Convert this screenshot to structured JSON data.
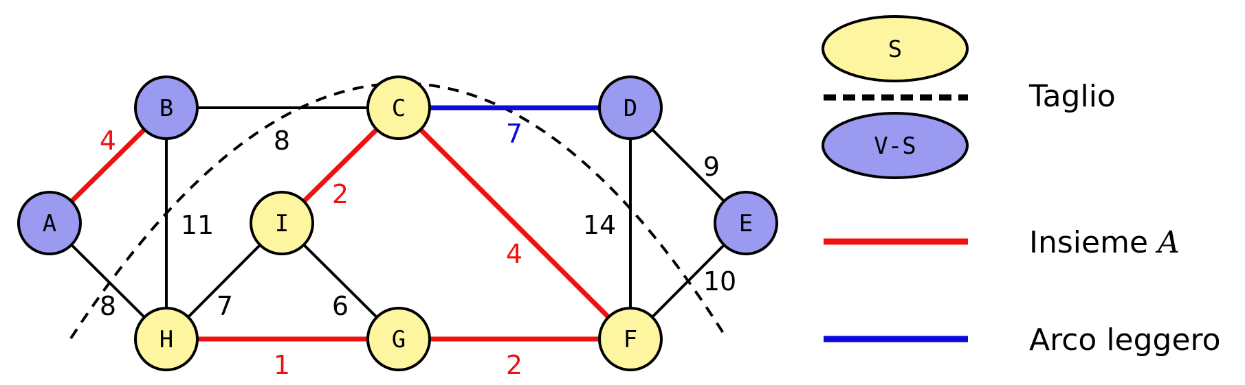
{
  "colors": {
    "S": "#fdf5a0",
    "VS": "#9a9af0",
    "red": "#ee1111",
    "blue": "#0a0ae0",
    "black": "#000000"
  },
  "nodes": [
    {
      "id": "A",
      "label": "A",
      "set": "VS"
    },
    {
      "id": "B",
      "label": "B",
      "set": "VS"
    },
    {
      "id": "C",
      "label": "C",
      "set": "S"
    },
    {
      "id": "D",
      "label": "D",
      "set": "VS"
    },
    {
      "id": "E",
      "label": "E",
      "set": "VS"
    },
    {
      "id": "F",
      "label": "F",
      "set": "S"
    },
    {
      "id": "G",
      "label": "G",
      "set": "S"
    },
    {
      "id": "H",
      "label": "H",
      "set": "S"
    },
    {
      "id": "I",
      "label": "I",
      "set": "S"
    }
  ],
  "edges": [
    {
      "from": "A",
      "to": "B",
      "weight": "4",
      "kind": "A"
    },
    {
      "from": "A",
      "to": "H",
      "weight": "8",
      "kind": "normal"
    },
    {
      "from": "B",
      "to": "C",
      "weight": "8",
      "kind": "normal"
    },
    {
      "from": "B",
      "to": "H",
      "weight": "11",
      "kind": "normal"
    },
    {
      "from": "C",
      "to": "D",
      "weight": "7",
      "kind": "light"
    },
    {
      "from": "C",
      "to": "I",
      "weight": "2",
      "kind": "A"
    },
    {
      "from": "C",
      "to": "F",
      "weight": "4",
      "kind": "A"
    },
    {
      "from": "D",
      "to": "E",
      "weight": "9",
      "kind": "normal"
    },
    {
      "from": "D",
      "to": "F",
      "weight": "14",
      "kind": "normal"
    },
    {
      "from": "E",
      "to": "F",
      "weight": "10",
      "kind": "normal"
    },
    {
      "from": "I",
      "to": "H",
      "weight": "7",
      "kind": "normal"
    },
    {
      "from": "I",
      "to": "G",
      "weight": "6",
      "kind": "normal"
    },
    {
      "from": "H",
      "to": "G",
      "weight": "1",
      "kind": "A"
    },
    {
      "from": "G",
      "to": "F",
      "weight": "2",
      "kind": "A"
    }
  ],
  "legend": {
    "s_label": "S",
    "vs_label": "V-S",
    "cut_label": "Taglio",
    "set_a_label": "Insieme ",
    "set_a_symbol": "A",
    "light_label": "Arco leggero"
  }
}
